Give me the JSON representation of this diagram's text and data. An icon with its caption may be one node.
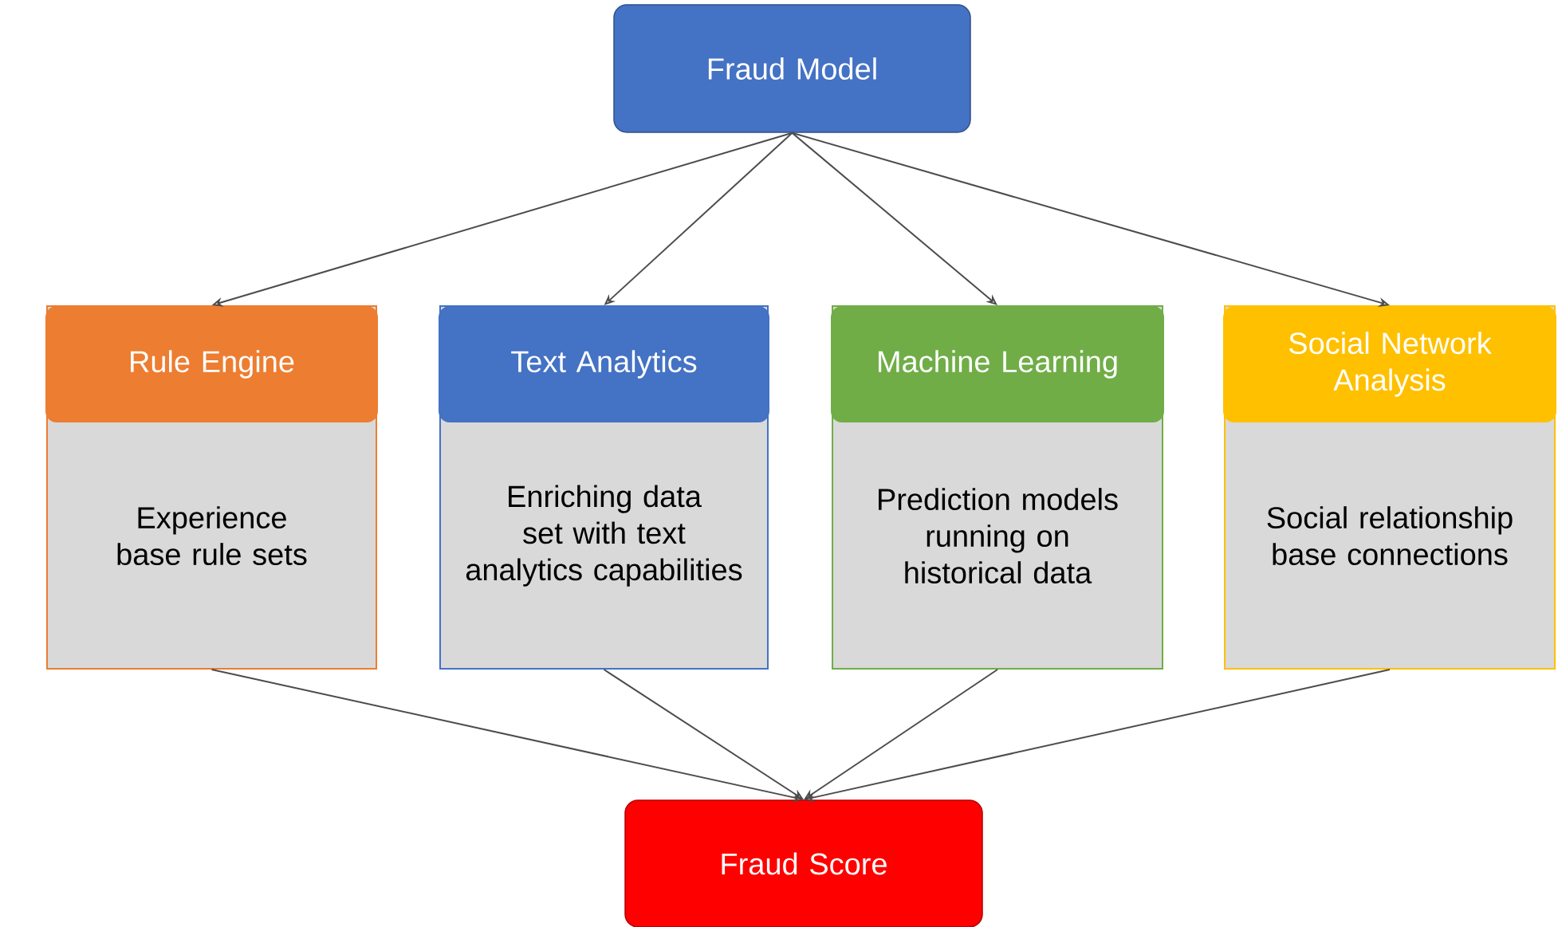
{
  "diagram": {
    "nodes": [
      {
        "text": [
          "Fraud Model"
        ]
      },
      {
        "text": [
          "Rule Engine",
          "Experience base rule sets"
        ]
      },
      {
        "text": [
          "Text Analytics",
          "Enriching data set with text analytics capabilities"
        ]
      },
      {
        "text": [
          "Machine Learning",
          "Prediction models running on historical data"
        ]
      },
      {
        "text": [
          "Social Network Analysis",
          "Social relationship base connections"
        ]
      },
      {
        "text": [
          "Fraud Score"
        ]
      }
    ],
    "edges": [
      {
        "from": 0,
        "to": 1,
        "arrow": "to"
      },
      {
        "from": 0,
        "to": 2,
        "arrow": "to"
      },
      {
        "from": 0,
        "to": 3,
        "arrow": "to"
      },
      {
        "from": 0,
        "to": 4,
        "arrow": "to"
      },
      {
        "from": 1,
        "to": 5,
        "arrow": "to"
      },
      {
        "from": 2,
        "to": 5,
        "arrow": "to"
      },
      {
        "from": 3,
        "to": 5,
        "arrow": "to"
      },
      {
        "from": 4,
        "to": 5,
        "arrow": "to"
      }
    ]
  }
}
